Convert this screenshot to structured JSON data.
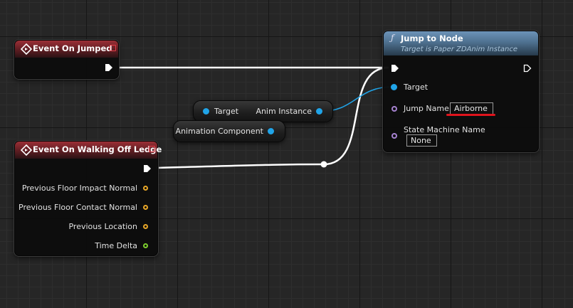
{
  "event_on_jumped": {
    "title": "Event On Jumped"
  },
  "event_on_walking_off_ledge": {
    "title": "Event On Walking Off Ledge",
    "outputs": [
      {
        "label": "Previous Floor Impact Normal",
        "type": "vector"
      },
      {
        "label": "Previous Floor Contact Normal",
        "type": "vector"
      },
      {
        "label": "Previous Location",
        "type": "vector"
      },
      {
        "label": "Time Delta",
        "type": "float"
      }
    ]
  },
  "anim_instance_node": {
    "input_label": "Target",
    "output_label": "Anim Instance"
  },
  "animation_component_node": {
    "label": "Animation Component"
  },
  "jump_to_node": {
    "icon": "function-icon",
    "title": "Jump to Node",
    "subtitle": "Target is Paper ZDAnim Instance",
    "target_label": "Target",
    "jump_name_label": "Jump Name",
    "jump_name_value": "Airborne",
    "state_machine_label": "State Machine Name",
    "state_machine_value": "None"
  },
  "colors": {
    "event_header": "#9b2f36",
    "function_header": "#5f86aa",
    "object_pin": "#20a4e8",
    "vector_pin": "#e8a728",
    "float_pin": "#7ecf2e",
    "name_pin": "#a682d0",
    "exec_wire": "#ffffff",
    "highlight": "#e0141c"
  }
}
